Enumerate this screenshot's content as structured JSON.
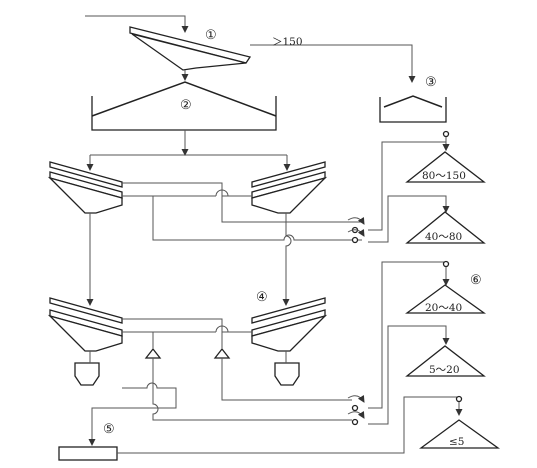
{
  "markers": {
    "m1": "①",
    "m2": "②",
    "m3": "③",
    "m4": "④",
    "m5": "⑤",
    "m6": "⑥"
  },
  "labels": {
    "oversize": "＞150",
    "pile_1": "80～150",
    "pile_2": "40～80",
    "pile_3": "20～40",
    "pile_4": "5～20",
    "pile_5": "≤5"
  }
}
